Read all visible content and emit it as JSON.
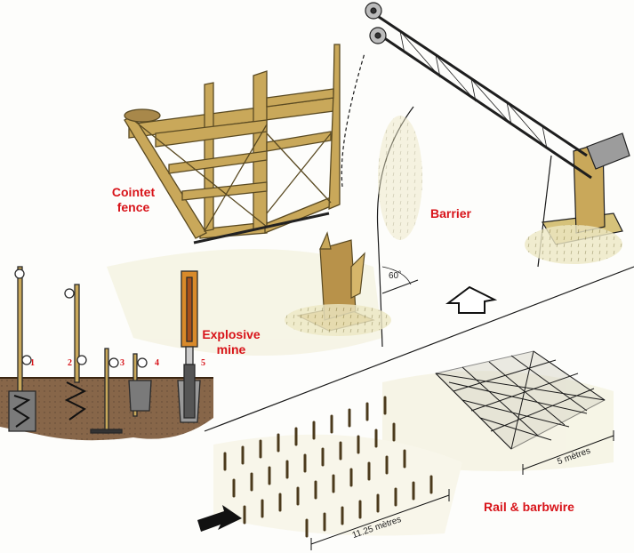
{
  "labels": {
    "cointet_fence": "Cointet\nfence",
    "barrier": "Barrier",
    "explosive_mine": "Explosive\nmine",
    "rail_barbwire": "Rail & barbwire",
    "angle": "60˚",
    "dim_long": "11.25 mètres",
    "dim_short": "5 mètres"
  },
  "stake_numbers": [
    "1",
    "2",
    "3",
    "4",
    "5"
  ],
  "colors": {
    "label_red": "#d8141a",
    "wood": "#c9a85a",
    "wood_dark": "#6e5a28",
    "ground": "#e8e2b0",
    "soil": "#6b4a2f",
    "steel": "#2b2b2b"
  }
}
